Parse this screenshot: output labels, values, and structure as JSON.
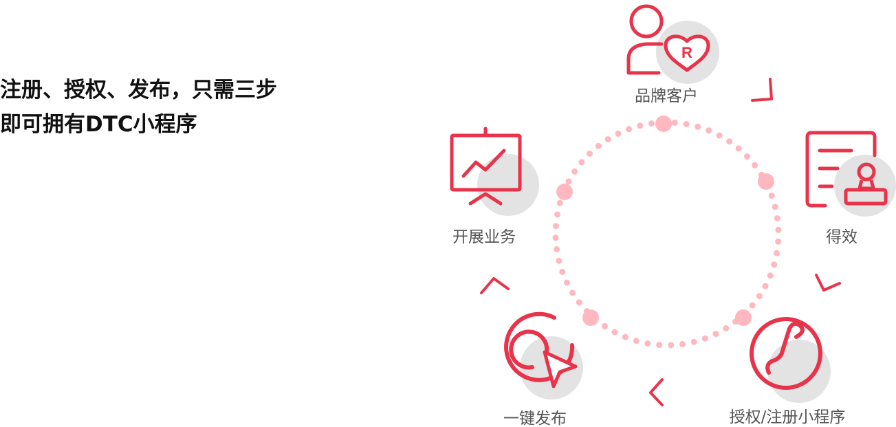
{
  "headline": {
    "line1": "注册、授权、发布，只需三步",
    "line2": "即可拥有DTC小程序"
  },
  "colors": {
    "accent": "#e8334a",
    "dot": "#ffb8c0",
    "icon_backdrop": "#e3e3e3",
    "label": "#555555",
    "headline": "#111111"
  },
  "steps": [
    {
      "label": "品牌客户",
      "icon": "user-heart-r-icon"
    },
    {
      "label": "得效",
      "icon": "document-seal-icon"
    },
    {
      "label": "授权/注册小程序",
      "icon": "mini-program-icon"
    },
    {
      "label": "一键发布",
      "icon": "cursor-click-icon"
    },
    {
      "label": "开展业务",
      "icon": "presentation-chart-icon"
    }
  ]
}
